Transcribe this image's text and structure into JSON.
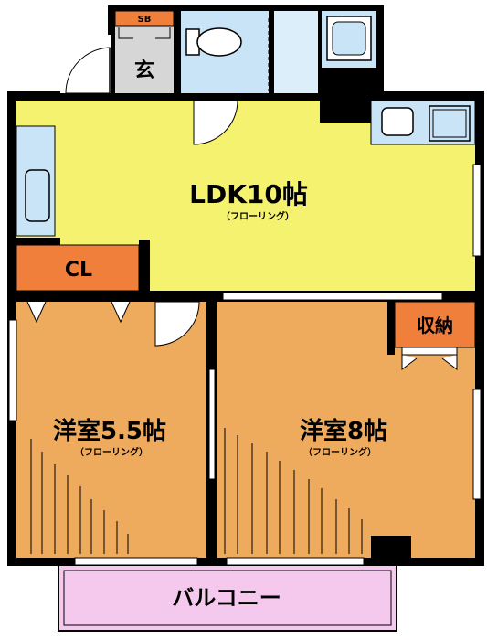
{
  "rooms": {
    "ldk": {
      "name": "LDK10帖",
      "floor": "（フローリング）"
    },
    "western_left": {
      "name": "洋室5.5帖",
      "floor": "（フローリング）"
    },
    "western_right": {
      "name": "洋室8帖",
      "floor": "（フローリング）"
    },
    "closet": {
      "name": "CL"
    },
    "storage": {
      "name": "収納"
    },
    "entrance": {
      "name": "玄"
    },
    "shoe_box": {
      "name": "SB"
    },
    "balcony": {
      "name": "バルコニー"
    }
  },
  "colors": {
    "ldk": "#f4f26f",
    "western": "#eeaa5d",
    "accent_orange": "#f07f3c",
    "balcony": "#f5c8ee",
    "fixtures": "#c9e4f7",
    "entrance_floor": "#d6d6d6",
    "wall": "#000000"
  }
}
